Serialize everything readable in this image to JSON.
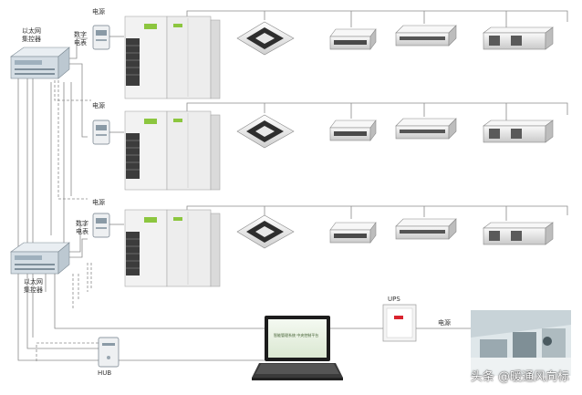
{
  "labels": {
    "ethernet_controller": "以太网\n集控器",
    "power": "电源",
    "digital_meter": "数字\n电表",
    "ups": "UPS",
    "power_supply": "电源",
    "hub": "HUB"
  },
  "laptop_screen_text": "智能管理系统 中央控制平台",
  "watermark": "头条 @暖通风向标",
  "colors": {
    "line": "#8a8a8a",
    "unit_body": "#f2f2f2",
    "fan_grille": "#3c3c3c",
    "badge": "#8cc63f",
    "ups_mark": "#d9232e"
  }
}
